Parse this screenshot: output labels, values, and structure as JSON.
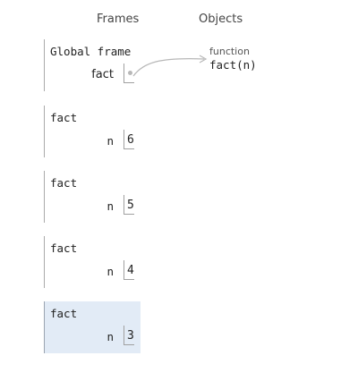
{
  "headers": {
    "frames": "Frames",
    "objects": "Objects"
  },
  "global_frame": {
    "title": "Global frame",
    "variable": {
      "name": "fact"
    }
  },
  "frames": [
    {
      "title": "fact",
      "var_name": "n",
      "var_value": "6",
      "active": false
    },
    {
      "title": "fact",
      "var_name": "n",
      "var_value": "5",
      "active": false
    },
    {
      "title": "fact",
      "var_name": "n",
      "var_value": "4",
      "active": false
    },
    {
      "title": "fact",
      "var_name": "n",
      "var_value": "3",
      "active": true
    }
  ],
  "object": {
    "type_label": "function",
    "signature": "fact(n)"
  },
  "colors": {
    "active_frame_bg": "#e2ebf6",
    "pointer_arrow": "#b8b8b8"
  }
}
